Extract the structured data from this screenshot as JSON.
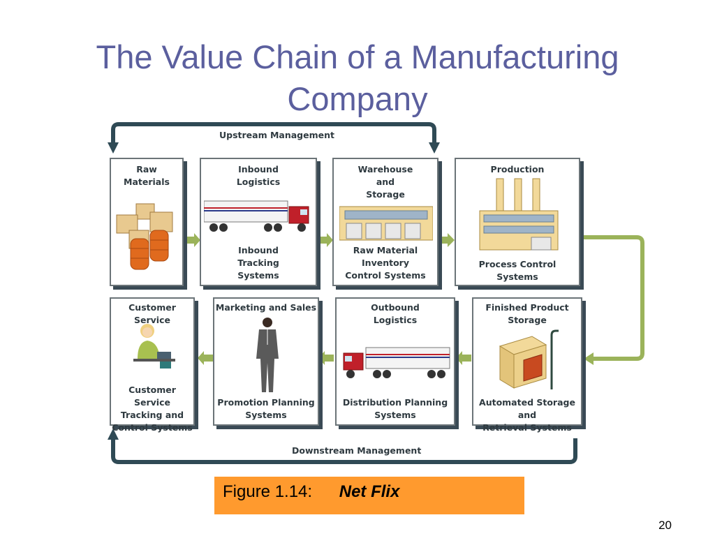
{
  "slide": {
    "title": "The Value Chain of a Manufacturing Company",
    "page_number": "20"
  },
  "diagram": {
    "upstream_label": "Upstream Management",
    "downstream_label": "Downstream Management",
    "top_row": [
      {
        "top": "Raw\nMaterials",
        "bottom": "",
        "icon": "boxes-barrels-icon"
      },
      {
        "top": "Inbound\nLogistics",
        "bottom": "Inbound\nTracking\nSystems",
        "icon": "truck-icon"
      },
      {
        "top": "Warehouse\nand\nStorage",
        "bottom": "Raw Material\nInventory\nControl Systems",
        "icon": "warehouse-icon"
      },
      {
        "top": "Production",
        "bottom": "Process Control\nSystems",
        "icon": "factory-icon"
      }
    ],
    "bottom_row": [
      {
        "top": "Customer Service",
        "bottom": "Customer Service\nTracking and\nControl Systems",
        "icon": "phone-agent-icon"
      },
      {
        "top": "Marketing and Sales",
        "bottom": "Promotion Planning\nSystems",
        "icon": "salesman-icon"
      },
      {
        "top": "Outbound\nLogistics",
        "bottom": "Distribution Planning\nSystems",
        "icon": "truck-icon"
      },
      {
        "top": "Finished Product\nStorage",
        "bottom": "Automated Storage and\nRetrieval Systems",
        "icon": "storage-unit-icon"
      }
    ],
    "colors": {
      "flow_arrow": "#2f4a55",
      "step_arrow": "#9bb35a",
      "caption_bg": "#ff9a2e",
      "title": "#5b5f9e"
    }
  },
  "caption": {
    "figure": "Figure 1.14:",
    "film": "Net Flix"
  }
}
